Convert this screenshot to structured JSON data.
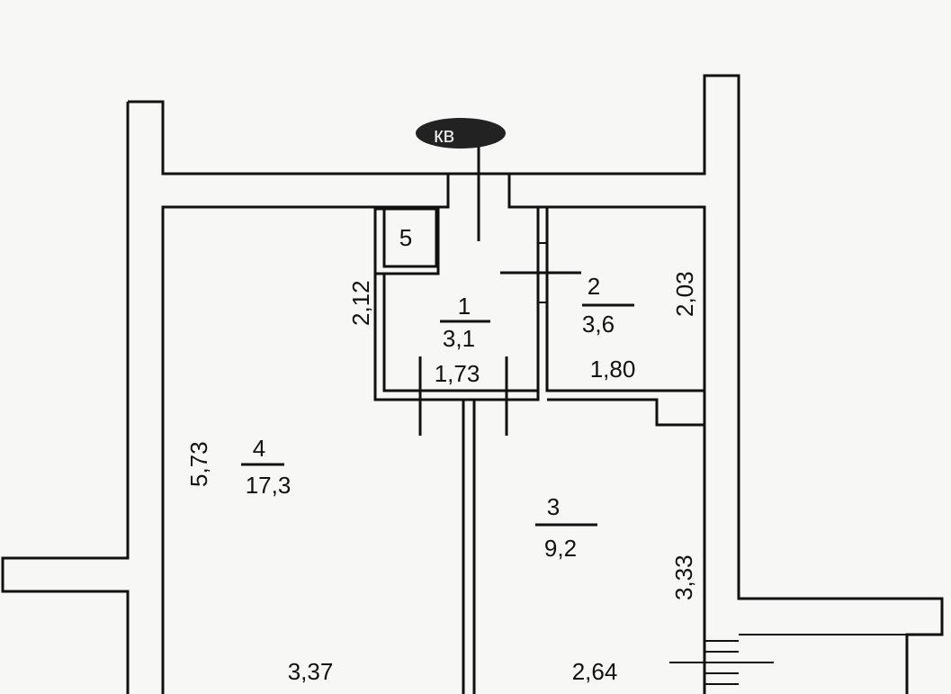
{
  "apartment_label": "кв",
  "rooms": [
    {
      "id": "1",
      "area": "3,1"
    },
    {
      "id": "2",
      "area": "3,6"
    },
    {
      "id": "3",
      "area": "9,2"
    },
    {
      "id": "4",
      "area": "17,3"
    },
    {
      "id": "5",
      "area": ""
    }
  ],
  "dimensions": {
    "room1_height": "2,12",
    "room1_width": "1,73",
    "room2_height": "2,03",
    "room2_width": "1,80",
    "room4_height": "5,73",
    "room4_width": "3,37",
    "room3_height": "3,33",
    "room3_width": "2,64"
  },
  "colors": {
    "background": "#f7f7f5",
    "lines": "#111111"
  }
}
